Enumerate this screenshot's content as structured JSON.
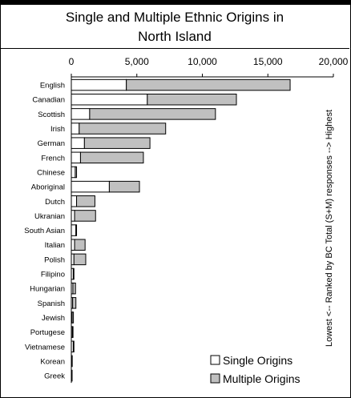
{
  "chart_data": {
    "type": "bar",
    "orientation": "horizontal",
    "stacked": true,
    "title_lines": [
      "Single and Multiple Ethnic Origins in",
      "North Island"
    ],
    "side_label": "Lowest <-- Ranked by BC Total (S+M) responses --> Highest",
    "x_ticks": [
      "0",
      "5,000",
      "10,000",
      "15,000",
      "20,000"
    ],
    "xlim": [
      0,
      20000
    ],
    "grid": false,
    "legend_position": "bottom-right",
    "categories": [
      "English",
      "Canadian",
      "Scottish",
      "Irish",
      "German",
      "French",
      "Chinese",
      "Aboriginal",
      "Dutch",
      "Ukranian",
      "South Asian",
      "Italian",
      "Polish",
      "Filipino",
      "Hungarian",
      "Spanish",
      "Jewish",
      "Portugese",
      "Vietnamese",
      "Korean",
      "Greek"
    ],
    "series": [
      {
        "name": "Single Origins",
        "color": "#ffffff",
        "values": [
          4200,
          5800,
          1400,
          600,
          1000,
          700,
          300,
          2900,
          400,
          250,
          350,
          250,
          200,
          150,
          120,
          100,
          60,
          80,
          150,
          40,
          30
        ]
      },
      {
        "name": "Multiple Origins",
        "color": "#c0c0c0",
        "values": [
          12500,
          6800,
          9600,
          6600,
          5000,
          4800,
          100,
          2300,
          1400,
          1600,
          50,
          800,
          900,
          50,
          200,
          250,
          100,
          50,
          50,
          10,
          20
        ]
      }
    ]
  }
}
